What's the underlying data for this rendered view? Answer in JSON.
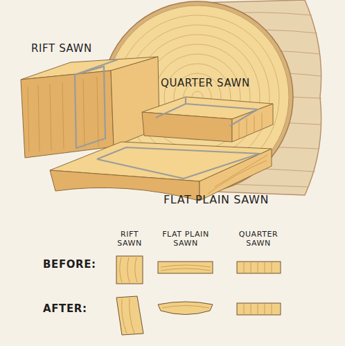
{
  "diagram": {
    "labels": [
      "RIFT SAWN",
      "QUARTER SAWN",
      "FLAT PLAIN SAWN",
      "RIFT SAWN",
      "FLAT PLAIN SAWN",
      "QUARTER SAWN",
      "BEFORE:",
      "AFTER:"
    ]
  }
}
